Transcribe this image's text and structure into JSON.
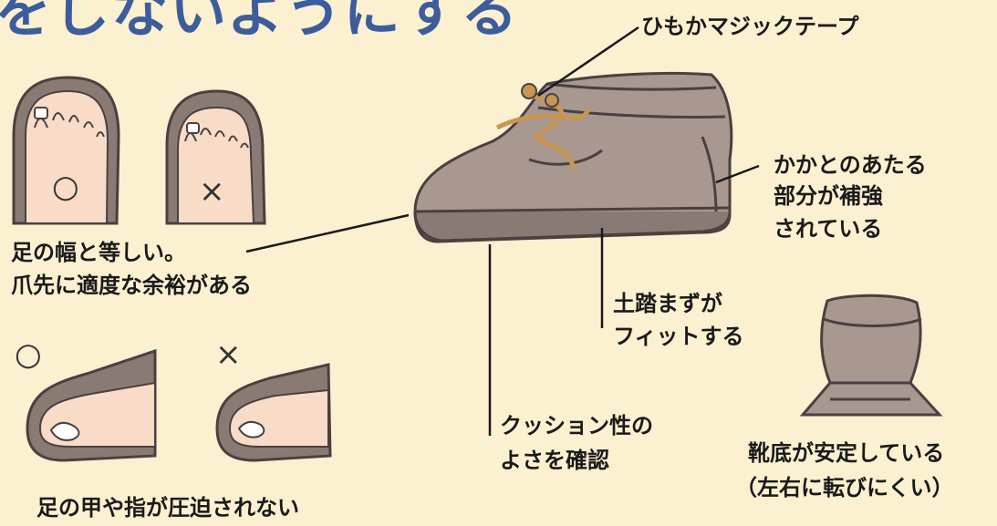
{
  "title": "をしないようにする",
  "labels": {
    "laces": "ひもかマジックテープ",
    "heel_1": "かかとのあたる",
    "heel_2": "部分が補強",
    "heel_3": "されている",
    "width_1": "足の幅と等しい。",
    "width_2": "爪先に適度な余裕がある",
    "arch_1": "土踏まずが",
    "arch_2": "フィットする",
    "cushion_1": "クッション性の",
    "cushion_2": "よさを確認",
    "sole_1": "靴底が安定している",
    "sole_2": "（左右に転びにくい）",
    "instep": "足の甲や指が圧迫されない"
  },
  "marks": {
    "good": "○",
    "bad": "×"
  },
  "colors": {
    "background": "#fbf0d0",
    "title": "#3d5c9c",
    "shoe": "#a89890",
    "outline": "#4a4040",
    "skin": "#f8dcc8",
    "lace": "#c89650"
  }
}
